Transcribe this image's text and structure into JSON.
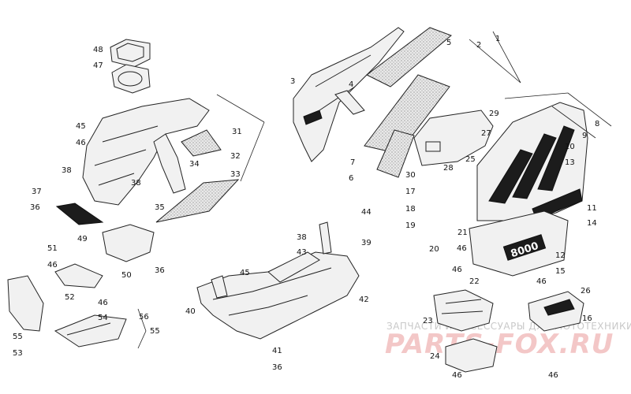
{
  "watermark": {
    "line1": "ЗАПЧАСТИ И АКСЕССУАРЫ ДЛЯ МОТОТЕХНИКИ",
    "line2": "PARTS-FOX.RU"
  },
  "decal_text": "8000",
  "callouts": [
    "1",
    "2",
    "3",
    "4",
    "5",
    "6",
    "7",
    "8",
    "9",
    "10",
    "11",
    "12",
    "13",
    "14",
    "15",
    "16",
    "17",
    "18",
    "19",
    "20",
    "21",
    "22",
    "23",
    "24",
    "25",
    "26",
    "27",
    "28",
    "29",
    "30",
    "31",
    "32",
    "33",
    "34",
    "35",
    "36",
    "37",
    "38",
    "39",
    "40",
    "41",
    "42",
    "43",
    "44",
    "45",
    "46",
    "47",
    "48",
    "49",
    "50",
    "51",
    "52",
    "53",
    "54",
    "55",
    "56"
  ]
}
